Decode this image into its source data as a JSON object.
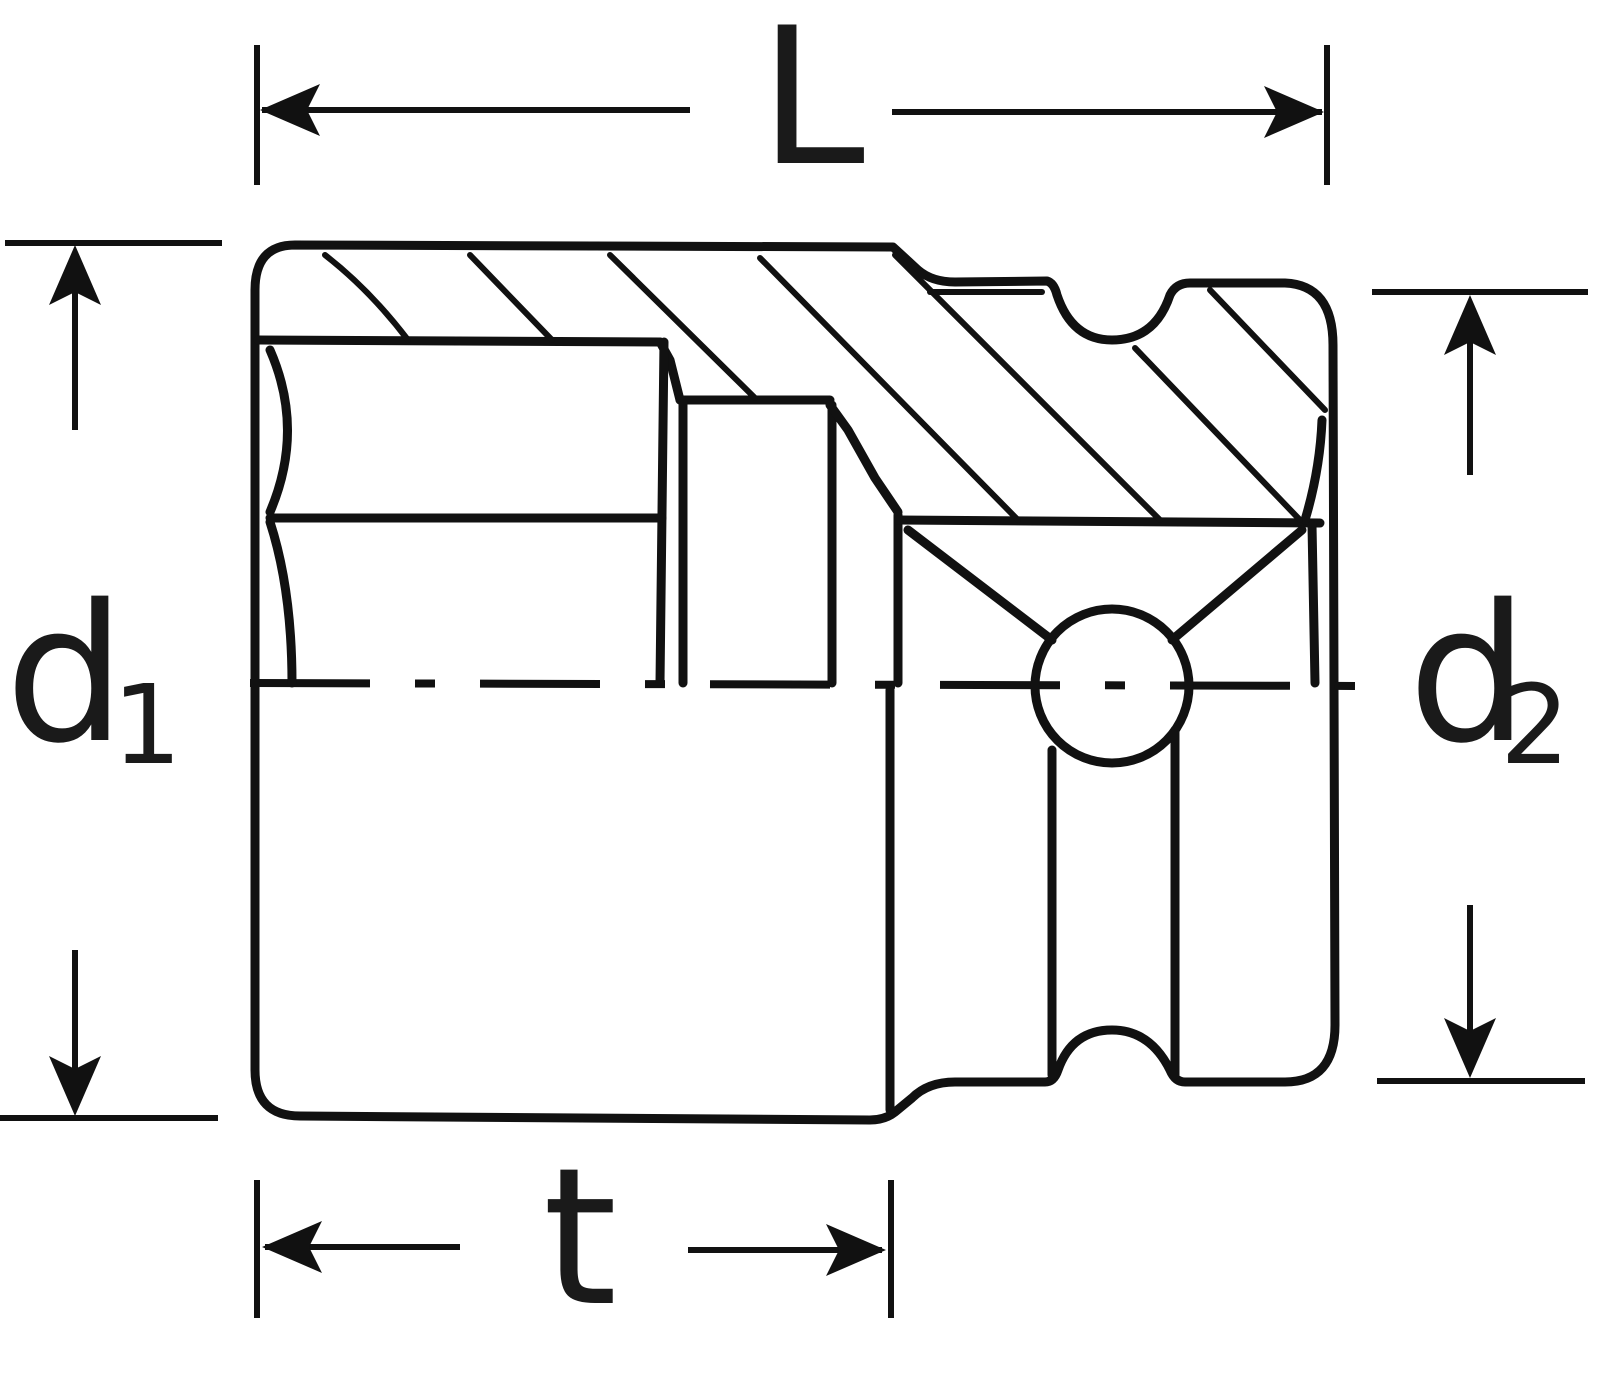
{
  "diagram": {
    "labels": {
      "length": "L",
      "drive_depth": "t",
      "d1_main": "d",
      "d1_sub": "1",
      "d2_main": "d",
      "d2_sub": "2"
    }
  }
}
